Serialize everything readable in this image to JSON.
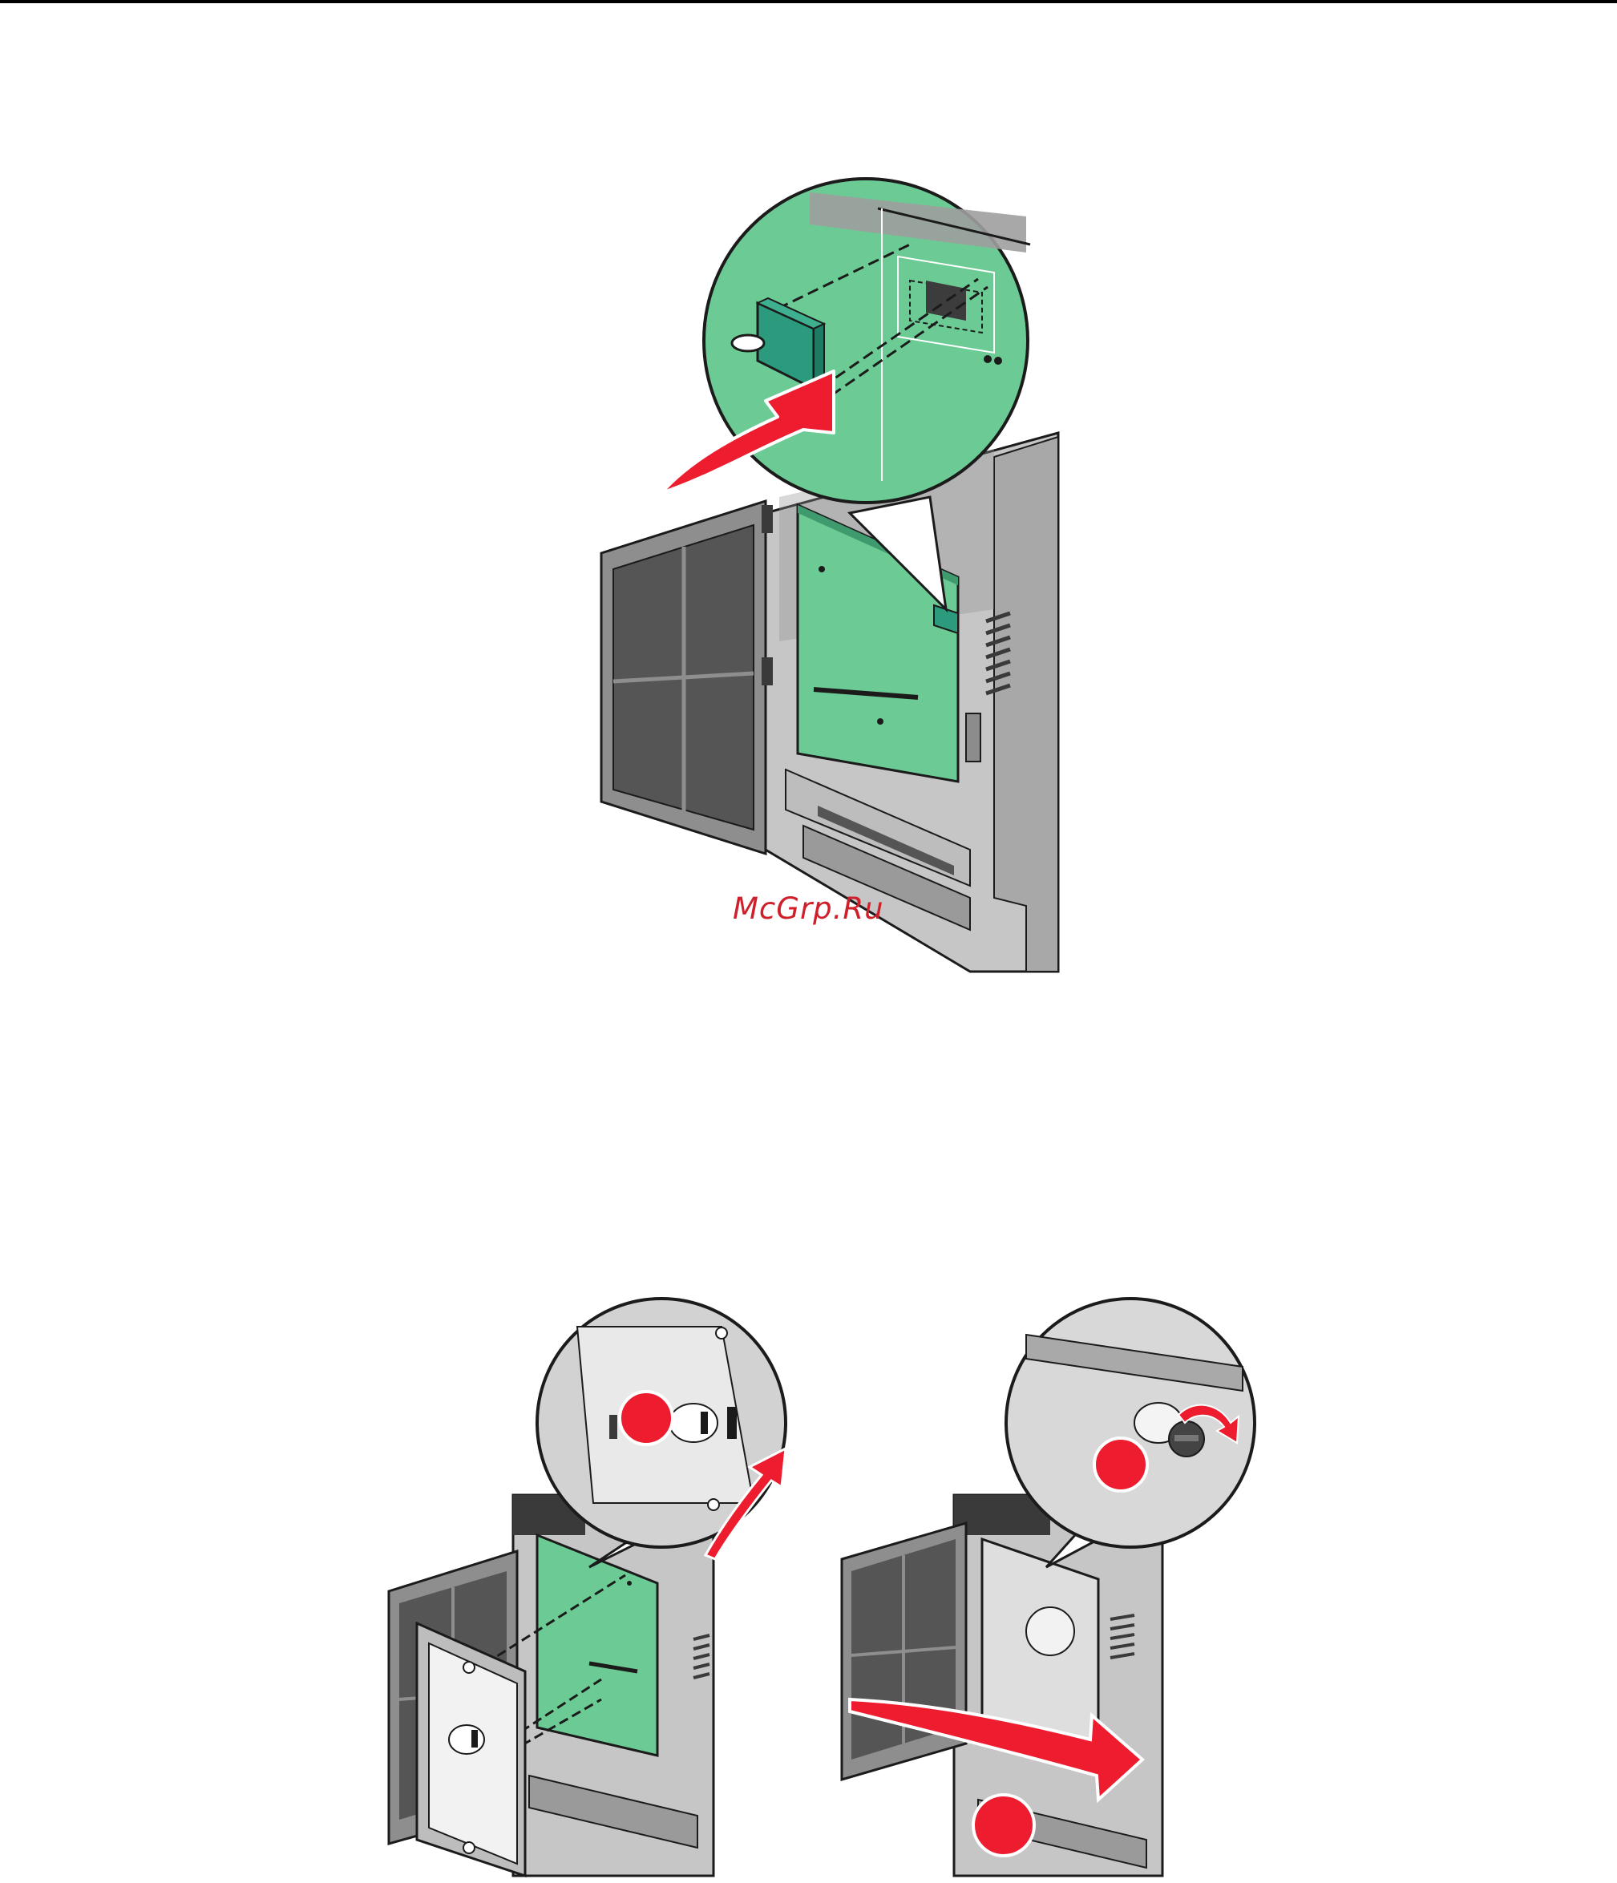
{
  "page": {
    "background": "#ffffff",
    "rule_color": "#000000"
  },
  "watermark": {
    "text": "McGrp.Ru",
    "color": "#cf1f2a"
  },
  "colors": {
    "board_green": "#6ccb94",
    "board_dark": "#2b9a7d",
    "printer_gray": "#b9b9b9",
    "panel_gray": "#9e9e9e",
    "accent_red": "#ed1c2e"
  },
  "figures": [
    {
      "id": "install-card",
      "icons": [
        "printer-icon",
        "system-board-icon",
        "option-card-icon",
        "insert-arrow-icon"
      ]
    },
    {
      "id": "attach-shield",
      "icons": [
        "shield-plate-icon",
        "marker-1-icon",
        "push-arrow-icon"
      ]
    },
    {
      "id": "close-cover",
      "icons": [
        "marker-2-icon",
        "marker-3-icon",
        "rotate-screw-icon",
        "close-arrow-icon"
      ]
    }
  ]
}
